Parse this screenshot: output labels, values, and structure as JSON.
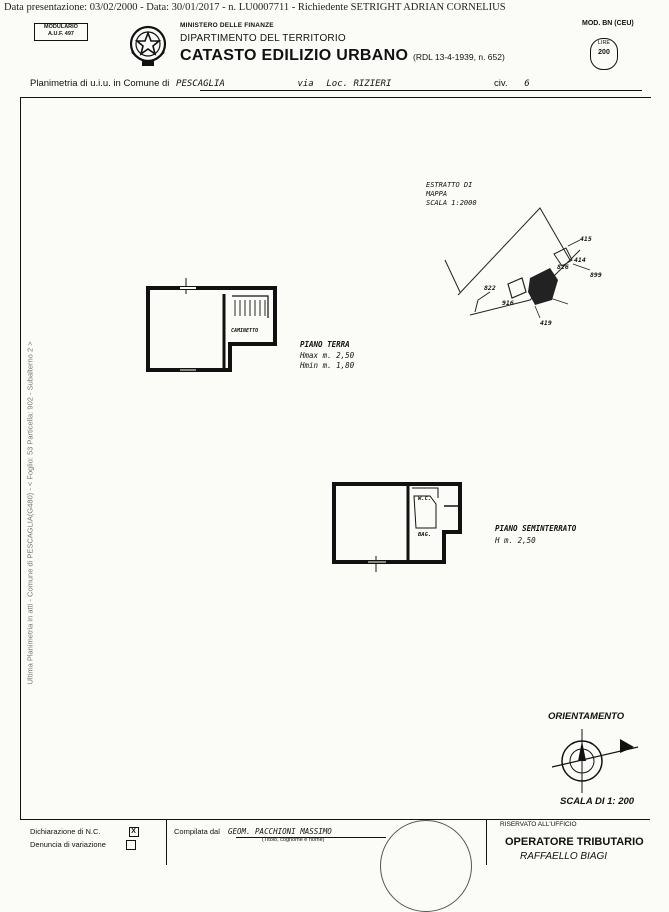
{
  "header": {
    "presentation_line": "Data presentazione: 03/02/2000 - Data: 30/01/2017 - n. LU0007711 - Richiedente SETRIGHT ADRIAN CORNELIUS",
    "model_box": [
      "MODULARIO",
      "A.U.F. 497"
    ],
    "ministry": "MINISTERO DELLE FINANZE",
    "department": "DIPARTIMENTO DEL TERRITORIO",
    "catasto": "CATASTO EDILIZIO URBANO",
    "rdl": "(RDL 13-4-1939, n. 652)",
    "mod_code": "MOD. BN (CEU)",
    "lire_label": "LIRE",
    "lire_value": "200"
  },
  "planimetria": {
    "label_prefix": "Planimetria di u.i.u. in Comune di",
    "comune": "PESCAGLIA",
    "via_label": "via",
    "address": "Loc. RIZIERI",
    "civ_label": "civ.",
    "civ_value": "6"
  },
  "side_text": "Ultima Planimetria in atti - Comune di PESCAGLIA(G480) - < Foglio: 53 Particella: 902 - Subalterno 2 >",
  "estratto": [
    "ESTRATTO DI",
    "MAPPA",
    "SCALA 1:2000"
  ],
  "map_labels": [
    "415",
    "414",
    "826",
    "822",
    "899",
    "916",
    "419"
  ],
  "ground_floor": {
    "title": "PIANO TERRA",
    "hmax": "Hmax m. 2,50",
    "hmin": "Hmin m. 1,80",
    "room_label": "CAMINETTO"
  },
  "basement": {
    "title": "PIANO SEMINTERRATO",
    "height": "H m. 2,50",
    "labels": [
      "W.C.",
      "BAG."
    ]
  },
  "orientation": {
    "title": "ORIENTAMENTO",
    "scale": "SCALA DI 1: 200"
  },
  "footer": {
    "decl_nc": "Dichiarazione di N.C.",
    "decl_var": "Denuncia di variazione",
    "nc_mark": "X",
    "compiled_label": "Compilata dal",
    "compiler": "GEOM. PACCHIONI MASSIMO",
    "compiler_sub": "(Titolo, cognome e nome)",
    "reserved": "RISERVATO ALL'UFFICIO",
    "operator": "OPERATORE TRIBUTARIO",
    "operator_name": "RAFFAELLO BIAGI"
  }
}
